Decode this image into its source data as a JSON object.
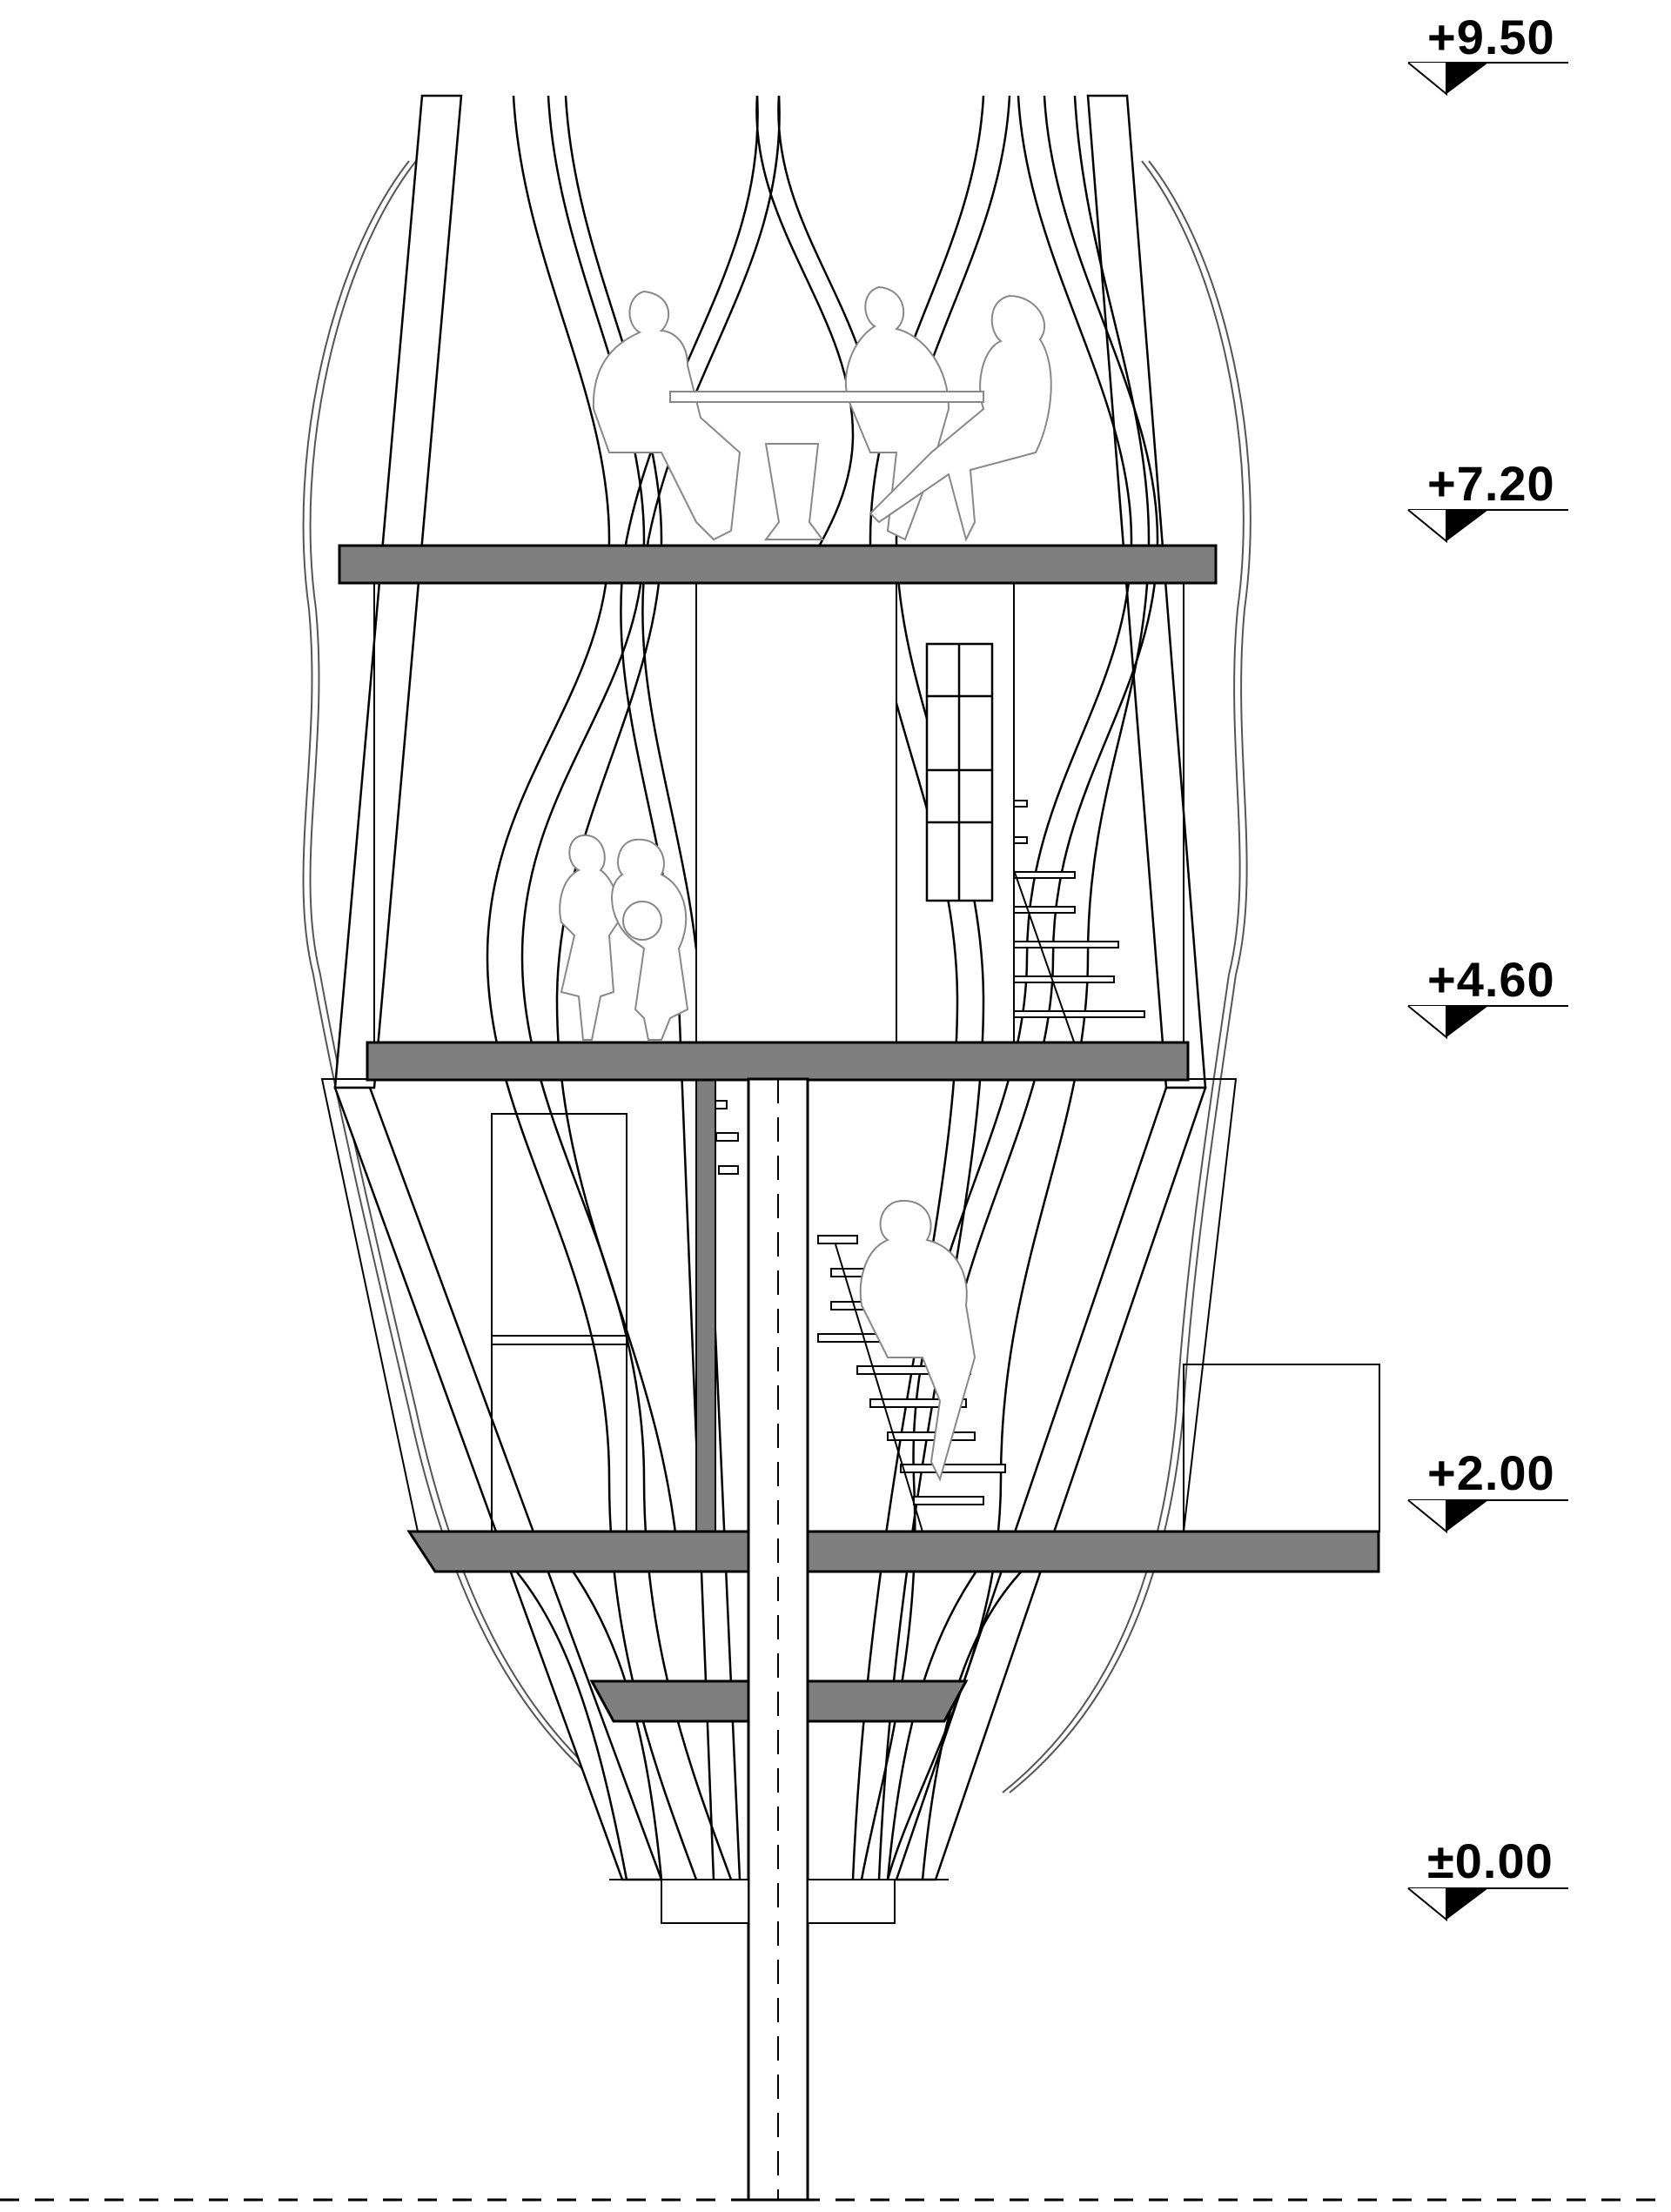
{
  "drawing": {
    "type": "architectural-section",
    "line_color": "#000000",
    "slab_fill": "#7f7f7f",
    "ghost_color": "#888888"
  },
  "levels": [
    {
      "id": "level-950",
      "label": "+9.50"
    },
    {
      "id": "level-720",
      "label": "+7.20"
    },
    {
      "id": "level-460",
      "label": "+4.60"
    },
    {
      "id": "level-200",
      "label": "+2.00"
    },
    {
      "id": "level-000",
      "label": "±0.00"
    }
  ]
}
